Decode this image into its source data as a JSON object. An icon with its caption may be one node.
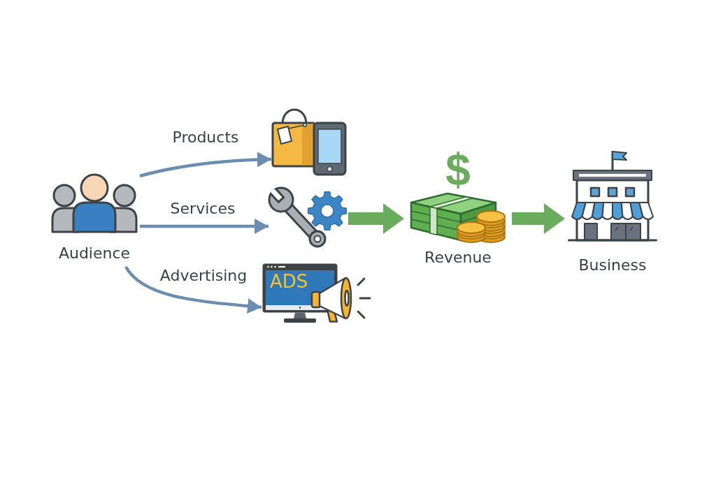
{
  "diagram": {
    "nodes": [
      {
        "text": [
          "Audience"
        ]
      },
      {
        "text": [],
        "shape": "picture"
      },
      {
        "text": [],
        "shape": "picture"
      },
      {
        "text": [
          "ADS"
        ]
      },
      {
        "text": [
          "$",
          "Revenue"
        ]
      },
      {
        "text": [
          "Business"
        ]
      }
    ],
    "edges": [
      {
        "from": 0,
        "to": 1,
        "arrow": "to",
        "label": "Products"
      },
      {
        "from": 0,
        "to": 2,
        "arrow": "to",
        "label": "Services"
      },
      {
        "from": 0,
        "to": 3,
        "arrow": "to",
        "label": "Advertising"
      },
      {
        "from": 2,
        "to": 4,
        "arrow": "to",
        "style": "thick",
        "color": "#6aab5e"
      },
      {
        "from": 4,
        "to": 5,
        "arrow": "to",
        "style": "thick",
        "color": "#6aab5e"
      }
    ]
  }
}
